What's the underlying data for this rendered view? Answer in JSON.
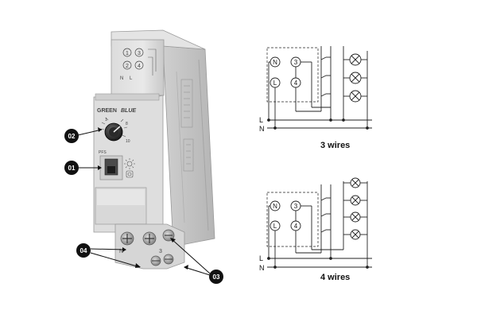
{
  "device": {
    "brand_line1": "GREEN",
    "brand_line2": "BLUE",
    "top_terminals": [
      "1",
      "3",
      "2",
      "4"
    ],
    "top_letters": [
      "N",
      "L"
    ],
    "dial_marks": [
      "1",
      "8",
      "10"
    ],
    "dial_side_label": "PFS",
    "bottom_left_label": "N",
    "bottom_right_label": "3"
  },
  "callouts": [
    "02",
    "01",
    "04",
    "03"
  ],
  "diagram_3wire": {
    "nodes": [
      "N",
      "3",
      "L",
      "4"
    ],
    "line_labels": [
      "L",
      "N"
    ],
    "caption": "3 wires"
  },
  "diagram_4wire": {
    "nodes": [
      "N",
      "3",
      "L",
      "4"
    ],
    "line_labels": [
      "L",
      "N"
    ],
    "caption": "4 wires"
  }
}
